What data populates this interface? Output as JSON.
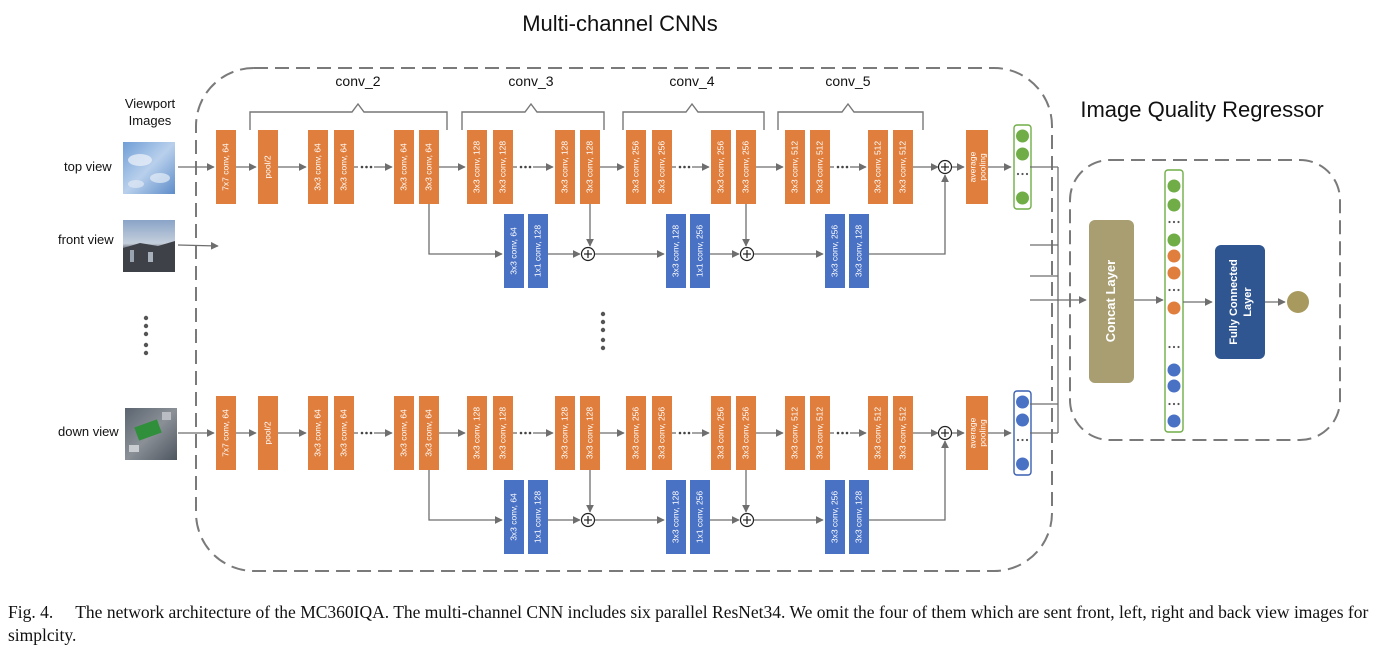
{
  "title_cnn": "Multi-channel CNNs",
  "title_regressor": "Image Quality Regressor",
  "viewport_heading": [
    "Viewport",
    "Images"
  ],
  "views": {
    "top": "top view",
    "front": "front view",
    "down": "down view"
  },
  "group_labels": [
    "conv_2",
    "conv_3",
    "conv_4",
    "conv_5"
  ],
  "orange_layers": [
    "7x7 conv, 64",
    "pool/2",
    "3x3 conv, 64",
    "3x3 conv, 64",
    "3x3 conv, 64",
    "3x3 conv, 64",
    "3x3 conv, 128",
    "3x3 conv, 128",
    "3x3 conv, 128",
    "3x3 conv, 128",
    "3x3 conv, 256",
    "3x3 conv, 256",
    "3x3 conv, 256",
    "3x3 conv, 256",
    "3x3 conv, 512",
    "3x3 conv, 512",
    "3x3 conv, 512",
    "3x3 conv, 512"
  ],
  "pool_label": [
    "average",
    "pooling"
  ],
  "shortcut_layers": [
    [
      "3x3 conv, 64",
      "1x1 conv, 128"
    ],
    [
      "3x3 conv, 128",
      "1x1 conv, 256"
    ],
    [
      "3x3 conv, 256",
      "3x3 conv, 128"
    ]
  ],
  "concat_label": "Concat  Layer",
  "fc_label": [
    "Fully Connected",
    "Layer"
  ],
  "caption": {
    "figure": "Fig. 4.",
    "text": "The network architecture of the MC360IQA. The multi-channel CNN includes six parallel ResNet34. We omit the four of them which are sent front, left, right and back view images for simplcity."
  },
  "colors": {
    "orange": "#e07f3d",
    "blue": "#4a72c4",
    "green": "#70ad47",
    "concat": "#a89e72",
    "fc": "#2f5690",
    "output": "#a89a5e",
    "dash": "#7a7a7a",
    "arrow": "#6e6e6e"
  }
}
